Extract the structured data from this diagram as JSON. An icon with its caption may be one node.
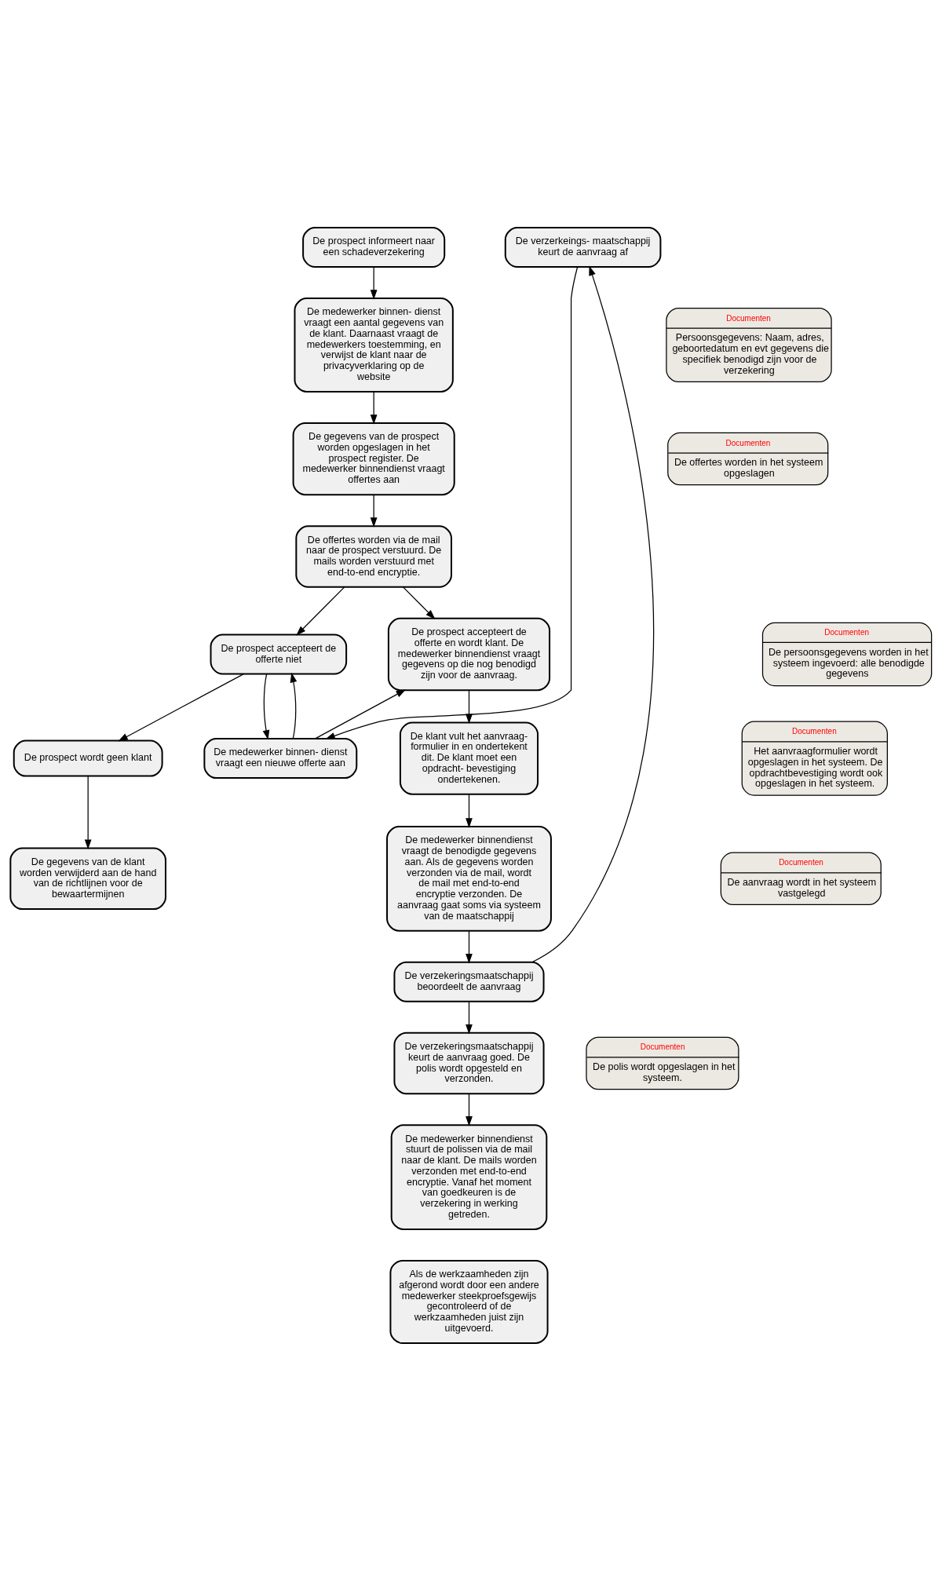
{
  "diagram": {
    "nodes": [
      {
        "text": [
          "De prospect informeert naar een schadeverzekering"
        ]
      },
      {
        "text": [
          "De medewerker binnen- dienst vraagt een aantal gegevens van de klant. Daarnaast vraagt de medewerkers toestemming, en verwijst de klant naar de privacyverklaring op de website"
        ]
      },
      {
        "text": [
          "Documenten",
          "Persoonsgegevens: Naam, adres, geboortedatum en evt gegevens die specifiek benodigd zijn voor de verzekering"
        ]
      },
      {
        "text": [
          "De gegevens van de prospect worden opgeslagen in het prospect register. De medewerker binnendienst vraagt offertes aan"
        ]
      },
      {
        "text": [
          "Documenten",
          "De offertes worden in het systeem opgeslagen"
        ]
      },
      {
        "text": [
          "De offertes worden via de mail naar de prospect verstuurd. De mails worden verstuurd met end-to-end encryptie."
        ]
      },
      {
        "text": [
          "De prospect accepteert de offerte niet"
        ]
      },
      {
        "text": [
          "De prospect accepteert de offerte en wordt klant. De medewerker binnendienst vraagt gegevens op die nog benodigd zijn voor de aanvraag."
        ]
      },
      {
        "text": [
          "Documenten",
          "De persoonsgegevens worden in het systeem ingevoerd: alle benodigde gegevens"
        ]
      },
      {
        "text": [
          "De prospect wordt geen klant"
        ]
      },
      {
        "text": [
          "De medewerker binnen- dienst vraagt een nieuwe offerte aan"
        ]
      },
      {
        "text": [
          "De klant vult het aanvraag- formulier in en ondertekent dit. De klant moet een opdracht- bevestiging ondertekenen."
        ]
      },
      {
        "text": [
          "Documenten",
          "Het aanvraagformulier wordt opgeslagen in het systeem. De opdrachtbevestiging wordt ook opgeslagen in het systeem."
        ]
      },
      {
        "text": [
          "De gegevens van de klant worden verwijderd aan de hand van de richtlijnen voor de bewaartermijnen"
        ]
      },
      {
        "text": [
          "De medewerker binnendienst vraagt de benodigde gegevens aan. Als de gegevens worden verzonden via de mail, wordt de mail met end-to-end encryptie verzonden. De aanvraag gaat soms via systeem van de maatschappij"
        ]
      },
      {
        "text": [
          "Documenten",
          "De aanvraag wordt in het systeem vastgelegd"
        ]
      },
      {
        "text": [
          "De verzerkeings- maatschappij keurt de aanvraag af"
        ]
      },
      {
        "text": [
          "De verzekeringsmaatschappij beoordeelt de aanvraag"
        ]
      },
      {
        "text": [
          "De verzekeringsmaatschappij keurt de aanvraag goed. De polis wordt opgesteld en verzonden."
        ]
      },
      {
        "text": [
          "Documenten",
          "De polis wordt opgeslagen in het systeem."
        ]
      },
      {
        "text": [
          "De medewerker binnendienst stuurt de polissen via de mail naar de klant. De mails worden verzonden met end-to-end encryptie. Vanaf het moment van goedkeuren is de verzekering in werking getreden."
        ]
      },
      {
        "text": [
          "Als de werkzaamheden zijn afgerond wordt door een andere medewerker steekproefsgewijs gecontroleerd of de werkzaamheden juist zijn uitgevoerd."
        ]
      }
    ],
    "edges": [
      {
        "from": 0,
        "to": 1,
        "arrow": "to"
      },
      {
        "from": 1,
        "to": 3,
        "arrow": "to"
      },
      {
        "from": 3,
        "to": 5,
        "arrow": "to"
      },
      {
        "from": 5,
        "to": 6,
        "arrow": "to"
      },
      {
        "from": 5,
        "to": 7,
        "arrow": "to"
      },
      {
        "from": 6,
        "to": 9,
        "arrow": "to"
      },
      {
        "from": 6,
        "to": 10,
        "arrow": "to"
      },
      {
        "from": 10,
        "to": 6,
        "arrow": "to"
      },
      {
        "from": 10,
        "to": 7,
        "arrow": "to"
      },
      {
        "from": 9,
        "to": 13,
        "arrow": "to"
      },
      {
        "from": 7,
        "to": 11,
        "arrow": "to"
      },
      {
        "from": 11,
        "to": 14,
        "arrow": "to"
      },
      {
        "from": 14,
        "to": 17,
        "arrow": "to"
      },
      {
        "from": 17,
        "to": 16,
        "arrow": "to"
      },
      {
        "from": 16,
        "to": 10,
        "arrow": "to"
      },
      {
        "from": 17,
        "to": 18,
        "arrow": "to"
      },
      {
        "from": 18,
        "to": 20,
        "arrow": "to"
      }
    ]
  }
}
